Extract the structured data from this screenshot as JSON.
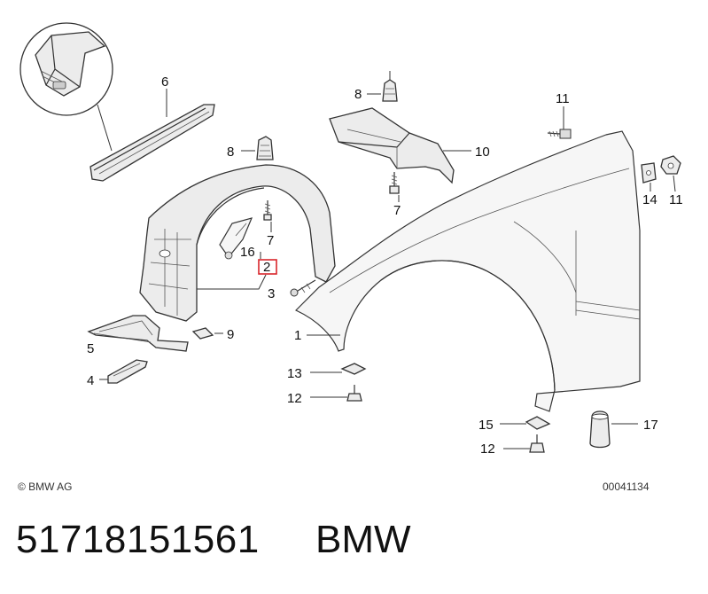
{
  "diagram": {
    "callouts": [
      "6",
      "8",
      "8",
      "11",
      "10",
      "7",
      "14",
      "11",
      "7",
      "16",
      "2",
      "3",
      "9",
      "5",
      "1",
      "4",
      "13",
      "12",
      "15",
      "17",
      "12"
    ],
    "highlight_color": "#d9262b",
    "copyright": "© BMW AG",
    "diagram_id": "00041134"
  },
  "footer": {
    "part_number": "51718151561",
    "brand": "BMW"
  }
}
